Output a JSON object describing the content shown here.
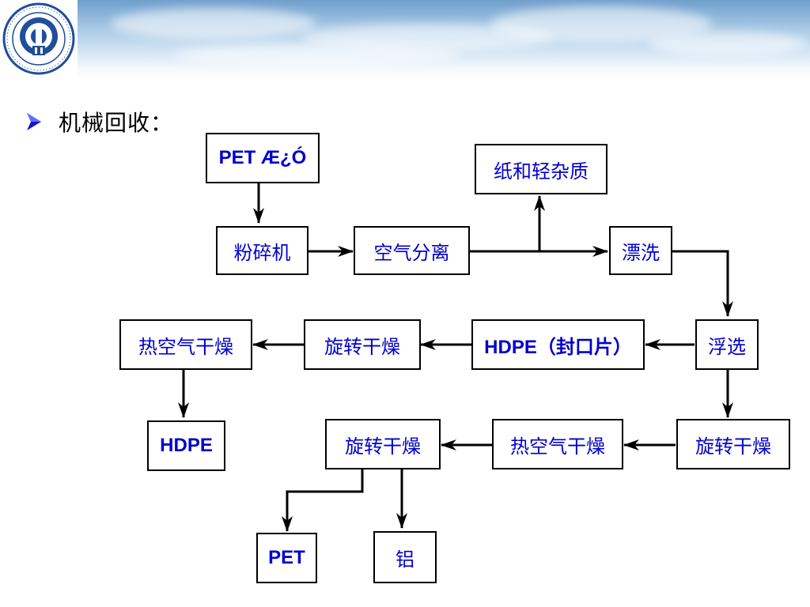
{
  "bullet": {
    "text": "机械回收："
  },
  "colors": {
    "node_text": "#0000cc",
    "node_border": "#000000",
    "arrow": "#000000",
    "bullet": "#0000cc"
  },
  "nodes": {
    "pet_bottle": "PET Æ¿Ó",
    "shredder": "粉碎机",
    "air_separation": "空气分离",
    "paper_light_impurities": "纸和轻杂质",
    "bleach_wash": "漂洗",
    "float_separation": "浮选",
    "hdpe_caps": "HDPE（封口片）",
    "spin_dry_hdpe": "旋转干燥",
    "hot_air_dry_hdpe": "热空气干燥",
    "hdpe_product": "HDPE",
    "spin_dry_right": "旋转干燥",
    "hot_air_dry_pet": "热空气干燥",
    "spin_dry_pet": "旋转干燥",
    "pet_product": "PET",
    "aluminum": "铝"
  }
}
